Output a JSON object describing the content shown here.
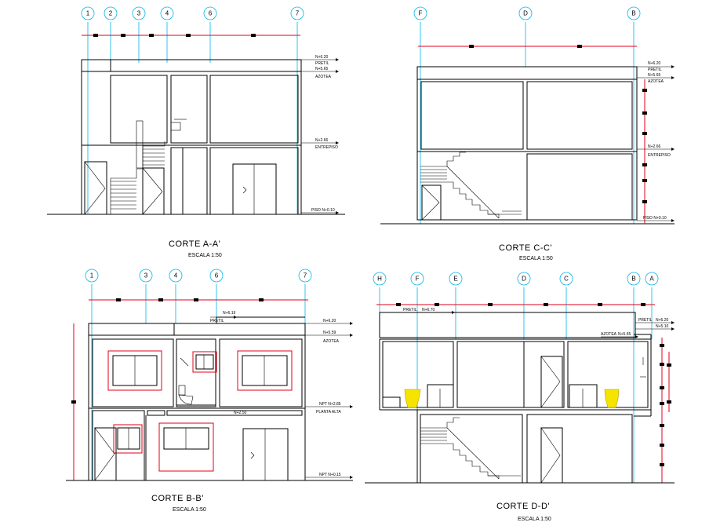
{
  "sections": [
    {
      "id": "a",
      "title": "CORTE  A-A'",
      "scale": "ESCALA 1:50",
      "axes": [
        "1",
        "2",
        "3",
        "4",
        "6",
        "7"
      ],
      "levels": [
        "N+6.20",
        "PRETIL",
        "N+5.65",
        "AZOTEA",
        "N+2.66",
        "ENTREPISO",
        "PISO N+0.10"
      ]
    },
    {
      "id": "c",
      "title": "CORTE  C-C'",
      "scale": "ESCALA 1:50",
      "axes": [
        "F",
        "D",
        "B"
      ],
      "levels": [
        "N+6.20",
        "PRETIL",
        "N+5.65",
        "AZOTEA",
        "N+2.66",
        "ENTREPISO",
        "PISO N+0.10"
      ]
    },
    {
      "id": "b",
      "title": "CORTE  B-B'",
      "scale": "ESCALA 1:50",
      "axes": [
        "1",
        "3",
        "4",
        "6",
        "7"
      ],
      "levels": [
        "N+6.19",
        "PRETIL",
        "N+6.20",
        "N+5.59",
        "AZOTEA",
        "NPT  N+2.85",
        "PLANTA ALTA",
        "N+2.50",
        "NPT  N+0.15"
      ]
    },
    {
      "id": "d",
      "title": "CORTE  D-D'",
      "scale": "ESCALA 1:50",
      "axes": [
        "H",
        "F",
        "E",
        "D",
        "C",
        "B",
        "A"
      ],
      "levels": [
        "PRETIL",
        "N+6.70",
        "PRETIL",
        "N+6.20",
        "N+5.10",
        "AZOTEA",
        "N+5.65"
      ]
    }
  ]
}
